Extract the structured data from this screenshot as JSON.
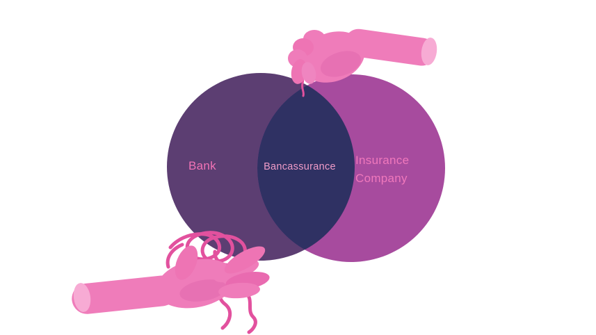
{
  "diagram": {
    "type": "venn",
    "sets": [
      {
        "id": "bank",
        "label": "Bank",
        "circle_color": "#5c3e72",
        "label_color": "#f173b6"
      },
      {
        "id": "insurance-company",
        "label": "Insurance Company",
        "circle_color": "#a74b9e",
        "label_color": "#f078bc"
      }
    ],
    "intersection": {
      "label": "Bancassurance",
      "region_color": "#2f3163",
      "label_color": "#f09cc8"
    }
  },
  "decor": {
    "background_color": "#ffffff",
    "hand_color": "#ef7cba",
    "hand_shade_color": "#d95fa6",
    "hand_cut_color": "#f7abd4",
    "thread_color": "#e2519e",
    "top_hand": "hand-pinching-thread-icon",
    "bottom_hand": "open-hand-with-tangled-thread-icon"
  }
}
